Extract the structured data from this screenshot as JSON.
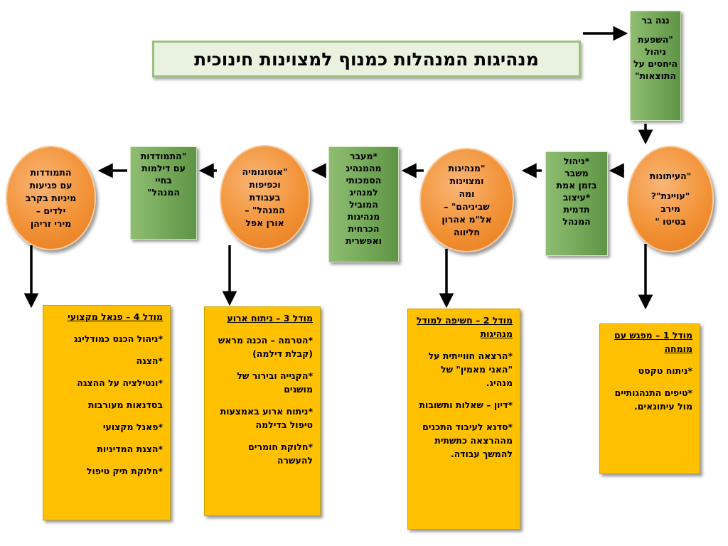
{
  "title": "מנהיגות המנהלות כמנוף למצוינות חינוכית",
  "top_box": {
    "lines": [
      "נגה בר",
      "",
      "\"השפעת",
      "ניהול",
      "היחסים על",
      "התוצאות\""
    ]
  },
  "row": {
    "circle_1": {
      "lines": [
        "\"העיתונות",
        "",
        "\"עויינת\"?",
        "מירב",
        "בטיטו \""
      ]
    },
    "green_1": {
      "lines": [
        "*ניהול",
        "משבר",
        "בזמן אמת",
        "*עיצוב",
        "תדמית",
        "המנהל"
      ]
    },
    "circle_2": {
      "lines": [
        "\"מנהיגות",
        "ומצוינות",
        "ומה",
        "שביניהם\" –",
        "אל\"מ אהרון",
        "חליווה"
      ]
    },
    "green_2": {
      "lines": [
        "*מעבר",
        "מהמנהיג",
        "הסמכותי",
        "למנהיג",
        "המוביל",
        "מנהיגות",
        "הכרחית",
        "ואפשרית"
      ]
    },
    "circle_3": {
      "lines": [
        "\"אוטונומיה",
        "וכפיפות",
        "בעבודת",
        "המנהל\" –",
        "אורן אפל"
      ]
    },
    "green_3": {
      "lines": [
        "\"התמודדות",
        "עם דילמות",
        "בחיי",
        "המנהל\""
      ]
    },
    "circle_4": {
      "lines": [
        "התמודדות",
        "עם פגיעות",
        "מיניות בקרב",
        "ילדים –",
        "מירי זריהן"
      ]
    }
  },
  "model_1": {
    "heading": "מודל 1 – מפגש עם מומחה",
    "items": [
      "*ניתוח טקסט",
      "*טיפים התנהגותיים מול עיתונאים."
    ]
  },
  "model_2": {
    "heading": "מודל 2 – חשיפה למודל מנהיגות",
    "items": [
      "*הרצאה חווייתית על \"האני מאמין\" של מנהיג.",
      "*דיון – שאלות ותשובות",
      "*סדנא לעיבוד התכנים  מההרצאה כתשתית להמשך עבודה."
    ]
  },
  "model_3": {
    "heading": "מודל 3 – ניתוח ארוע",
    "items": [
      "*הטרמה – הכנה מראש (קבלת דילמה)",
      "*הקנייה ובירור  של מושגים",
      "*ניתוח ארוע באמצעות טיפול בדילמה",
      "*חלוקת חומרים להעשרה"
    ]
  },
  "model_4": {
    "heading": "מודל 4 – פנאל מקצועי",
    "items": [
      "*ניהול הכנס כמודלינג",
      "*הצגה",
      "*ונטילציה על ההצגה",
      "בסדנאות מעורבות",
      "*פאנל מקצועי",
      "*הצגת המדיניות",
      "*חלוקת תיק טיפול"
    ]
  },
  "colors": {
    "green": "#76aa5a",
    "orange": "#f29236",
    "yellow": "#ffc000",
    "title_bg": "#e9f2df"
  }
}
